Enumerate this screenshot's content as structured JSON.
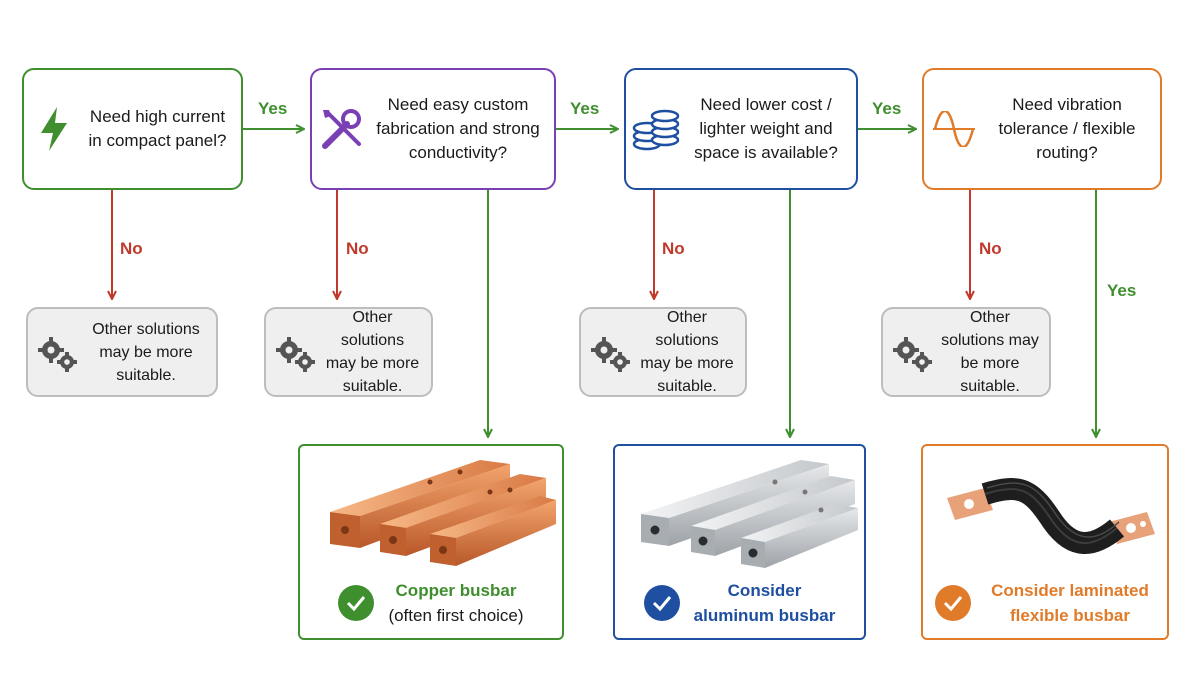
{
  "questions": [
    {
      "text": "Need high current in compact panel?",
      "icon": "lightning-bolt-icon",
      "color": "#3f8f2f"
    },
    {
      "text": "Need easy custom fabrication and strong conductivity?",
      "icon": "tools-icon",
      "color": "#7b3fb5"
    },
    {
      "text": "Need lower cost / lighter weight and space is available?",
      "icon": "coin-stack-icon",
      "color": "#1f4fa0"
    },
    {
      "text": "Need vibration tolerance / flexible routing?",
      "icon": "sine-wave-icon",
      "color": "#e07b2a"
    }
  ],
  "edge_labels": {
    "yes": "Yes",
    "no": "No"
  },
  "other_solution": {
    "text": "Other solutions may be more suitable.",
    "icon": "gears-icon"
  },
  "results": [
    {
      "highlight": "Copper busbar",
      "sub": "(often first choice)",
      "color": "#3f8f2f",
      "icon": "checkmark-icon",
      "image": "copper-busbar-image"
    },
    {
      "highlight": "Consider",
      "sub": "aluminum busbar",
      "color": "#1f4fa0",
      "icon": "checkmark-icon",
      "image": "aluminum-busbar-image"
    },
    {
      "highlight": "Consider laminated flexible busbar",
      "sub": "",
      "color": "#e07b2a",
      "icon": "checkmark-icon",
      "image": "laminated-flexible-busbar-image"
    }
  ],
  "colors": {
    "yes_arrow": "#3f8f2f",
    "no_arrow": "#c0392b",
    "other_border": "#bdbdbd"
  }
}
